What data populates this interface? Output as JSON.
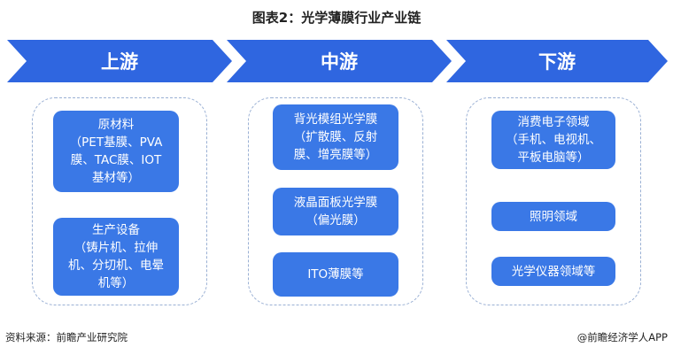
{
  "title": "图表2：光学薄膜行业产业链",
  "stages": [
    {
      "label": "上游",
      "items": [
        "原材料\n（PET基膜、PVA膜、TAC膜、IOT基材等）",
        "生产设备\n（铸片机、拉伸机、分切机、电晕机等）"
      ]
    },
    {
      "label": "中游",
      "items": [
        "背光模组光学膜\n（扩散膜、反射膜、增亮膜等）",
        "液晶面板光学膜\n（偏光膜）",
        "ITO薄膜等"
      ]
    },
    {
      "label": "下游",
      "items": [
        "消费电子领域\n（手机、电视机、平板电脑等）",
        "照明领域",
        "光学仪器领域等"
      ]
    }
  ],
  "footer": {
    "source": "资料来源：前瞻产业研究院",
    "credit": "@前瞻经济学人APP"
  },
  "colors": {
    "chevron": "#2f66e0",
    "box": "#3a78e6"
  }
}
